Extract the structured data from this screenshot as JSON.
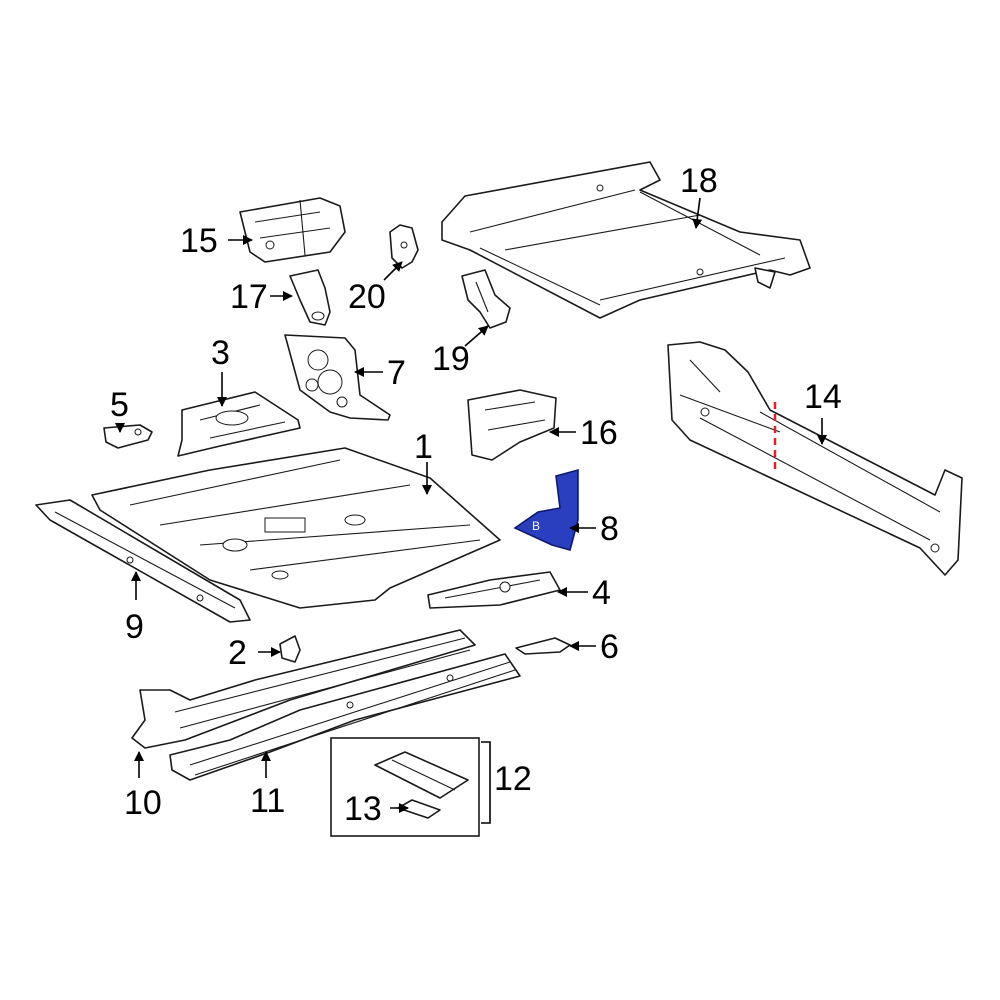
{
  "colors": {
    "line": "#1a1a1a",
    "highlight_fill": "#2a3fbf",
    "cut_line": "#e0202a",
    "background": "#ffffff"
  },
  "highlighted_part": "8",
  "callouts": {
    "c1": "1",
    "c2": "2",
    "c3": "3",
    "c4": "4",
    "c5": "5",
    "c6": "6",
    "c7": "7",
    "c8": "8",
    "c9": "9",
    "c10": "10",
    "c11": "11",
    "c12": "12",
    "c13": "13",
    "c14": "14",
    "c15": "15",
    "c16": "16",
    "c17": "17",
    "c18": "18",
    "c19": "19",
    "c20": "20"
  }
}
